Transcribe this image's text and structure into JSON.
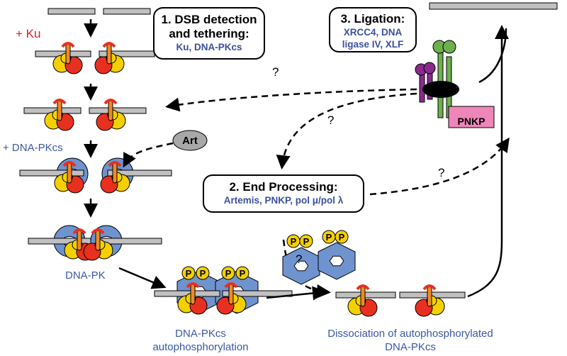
{
  "colors": {
    "dna_bar": "#c0c0c0",
    "ku_yellow": "#f5d000",
    "ku_red": "#e83020",
    "ku_orange": "#f08a24",
    "dnapkcs_blue": "#6f93cf",
    "text_blue": "#3b56a8",
    "text_red": "#e02020",
    "pnkp_pink": "#ef86b9",
    "lig_purple": "#8b2a8e",
    "lig_green": "#6db04d",
    "art_gray": "#a8a8a8"
  },
  "labels": {
    "plus_ku": "+ Ku",
    "plus_dnapkcs": "+ DNA-PKcs",
    "dnapk": "DNA-PK",
    "autophos_line1": "DNA-PKcs",
    "autophos_line2": "autophosphorylation",
    "dissoc_line1": "Dissociation of autophosphorylated",
    "dissoc_line2": "DNA-PKcs",
    "art": "Art",
    "pnkp": "PNKP",
    "phospho": "P",
    "question": "?"
  },
  "boxes": {
    "step1": {
      "title_line1": "1. DSB detection",
      "title_line2": "and tethering:",
      "sub": "Ku, DNA-PKcs"
    },
    "step2": {
      "title": "2. End Processing:",
      "sub": "Artemis, PNKP, pol μ/pol λ"
    },
    "step3": {
      "title": "3. Ligation:",
      "sub_line1": "XRCC4, DNA",
      "sub_line2": "ligase IV, XLF"
    }
  }
}
